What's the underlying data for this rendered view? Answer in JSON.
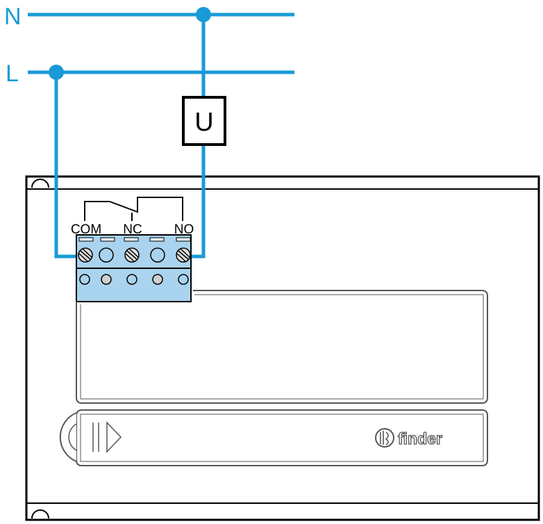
{
  "lines": {
    "neutral_label": "N",
    "live_label": "L"
  },
  "load": {
    "label": "U"
  },
  "contacts": {
    "com_label": "COM",
    "nc_label": "NC",
    "no_label": "NO"
  },
  "brand": {
    "logo_text": "finder"
  },
  "colors": {
    "wire": "#1a9ad6",
    "terminal_block": "#a9d3ee",
    "outline": "#000000",
    "screw_fill": "#dcdcdc"
  }
}
